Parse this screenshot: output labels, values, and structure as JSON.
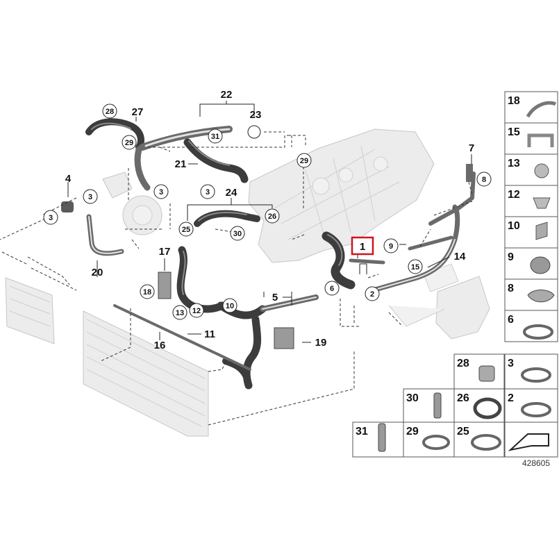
{
  "diagram_id": "428605",
  "highlighted_callout": "1",
  "colors": {
    "highlight": "#d0141c",
    "hose": "#3c3c3c",
    "ghost_part": "#ececec"
  },
  "callouts_plain": {
    "c1": "1",
    "c4": "4",
    "c5": "5",
    "c7": "7",
    "c11": "11",
    "c14": "14",
    "c16": "16",
    "c17": "17",
    "c19": "19",
    "c20": "20",
    "c21": "21",
    "c22": "22",
    "c23": "23",
    "c24": "24",
    "c27": "27"
  },
  "callouts_circled": {
    "a28": "28",
    "a29a": "29",
    "a31": "31",
    "a29b": "29",
    "a3a": "3",
    "a3b": "3",
    "a3c": "3",
    "a3d": "3",
    "a25": "25",
    "a30": "30",
    "a26": "26",
    "a8": "8",
    "a9": "9",
    "a15": "15",
    "a6": "6",
    "a2": "2",
    "a10": "10",
    "a18": "18",
    "a13": "13",
    "a12": "12"
  },
  "parts_table": {
    "p18": "18",
    "p15": "15",
    "p13": "13",
    "p12": "12",
    "p10": "10",
    "p9": "9",
    "p8": "8",
    "p6": "6",
    "p28": "28",
    "p3": "3",
    "p30": "30",
    "p26": "26",
    "p2": "2",
    "p31": "31",
    "p29": "29",
    "p25": "25"
  }
}
